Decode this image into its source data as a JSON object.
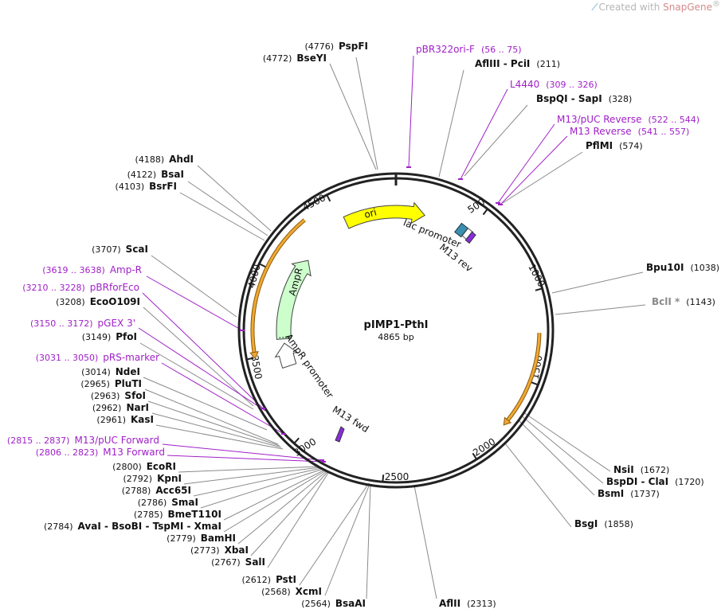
{
  "watermark": {
    "prefix": "Created with ",
    "brand": "SnapGene",
    "reg": "®"
  },
  "plasmid": {
    "name": "pIMP1-PthI",
    "length_label": "4865 bp",
    "length": 4865
  },
  "ruler": [
    "500",
    "1000",
    "1500",
    "2000",
    "2500",
    "3000",
    "3500",
    "4000",
    "4500"
  ],
  "features": [
    {
      "name": "ori",
      "type": "rep_origin",
      "color": "#ffff00"
    },
    {
      "name": "AmpR",
      "type": "CDS",
      "color": "#ccffcc"
    },
    {
      "name": "AmpR promoter",
      "type": "promoter",
      "color": "#ffffff"
    },
    {
      "name": "lac promoter",
      "type": "promoter"
    },
    {
      "name": "M13 rev",
      "type": "primer_bind"
    },
    {
      "name": "M13 fwd",
      "type": "primer_bind"
    }
  ],
  "sites": [
    {
      "name": "PspFI",
      "pos": "(4776)"
    },
    {
      "name": "BseYI",
      "pos": "(4772)"
    },
    {
      "name": "AflIII - PciI",
      "pos": "(211)"
    },
    {
      "name": "BspQI - SapI",
      "pos": "(328)"
    },
    {
      "name": "PflMI",
      "pos": "(574)"
    },
    {
      "name": "AhdI",
      "pos": "(4188)"
    },
    {
      "name": "BsaI",
      "pos": "(4122)"
    },
    {
      "name": "BsrFI",
      "pos": "(4103)"
    },
    {
      "name": "ScaI",
      "pos": "(3707)"
    },
    {
      "name": "EcoO109I",
      "pos": "(3208)"
    },
    {
      "name": "PfoI",
      "pos": "(3149)"
    },
    {
      "name": "NdeI",
      "pos": "(3014)"
    },
    {
      "name": "PluTI",
      "pos": "(2965)"
    },
    {
      "name": "SfoI",
      "pos": "(2963)"
    },
    {
      "name": "NarI",
      "pos": "(2962)"
    },
    {
      "name": "KasI",
      "pos": "(2961)"
    },
    {
      "name": "EcoRI",
      "pos": "(2800)"
    },
    {
      "name": "KpnI",
      "pos": "(2792)"
    },
    {
      "name": "Acc65I",
      "pos": "(2788)"
    },
    {
      "name": "SmaI",
      "pos": "(2786)"
    },
    {
      "name": "BmeT110I",
      "pos": "(2785)"
    },
    {
      "name": "AvaI - BsoBI - TspMI - XmaI",
      "pos": "(2784)"
    },
    {
      "name": "BamHI",
      "pos": "(2779)"
    },
    {
      "name": "XbaI",
      "pos": "(2773)"
    },
    {
      "name": "SalI",
      "pos": "(2767)"
    },
    {
      "name": "PstI",
      "pos": "(2612)"
    },
    {
      "name": "XcmI",
      "pos": "(2568)"
    },
    {
      "name": "BsaAI",
      "pos": "(2564)"
    },
    {
      "name": "AflII",
      "pos": "(2313)"
    },
    {
      "name": "BsgI",
      "pos": "(1858)"
    },
    {
      "name": "BsmI",
      "pos": "(1737)"
    },
    {
      "name": "BspDI - ClaI",
      "pos": "(1720)"
    },
    {
      "name": "NsiI",
      "pos": "(1672)"
    },
    {
      "name": "BclI *",
      "pos": "(1143)"
    },
    {
      "name": "Bpu10I",
      "pos": "(1038)"
    }
  ],
  "primers": [
    {
      "name": "pBR322ori-F",
      "range": "(56 .. 75)"
    },
    {
      "name": "L4440",
      "range": "(309 .. 326)"
    },
    {
      "name": "M13/pUC Reverse",
      "range": "(522 .. 544)"
    },
    {
      "name": "M13 Reverse",
      "range": "(541 .. 557)"
    },
    {
      "name": "Amp-R",
      "range": "(3619 .. 3638)"
    },
    {
      "name": "pBRforEco",
      "range": "(3210 .. 3228)"
    },
    {
      "name": "pGEX 3'",
      "range": "(3150 .. 3172)"
    },
    {
      "name": "pRS-marker",
      "range": "(3031 .. 3050)"
    },
    {
      "name": "M13/pUC Forward",
      "range": "(2815 .. 2837)"
    },
    {
      "name": "M13 Forward",
      "range": "(2806 .. 2823)"
    }
  ],
  "colors": {
    "backbone": "#222222",
    "primer": "#a020c8",
    "orf": "#f0a830",
    "ori": "#ffff00",
    "ampr": "#ccffcc",
    "lac": "#3a8fb0",
    "muted": "#8a8a8a"
  }
}
